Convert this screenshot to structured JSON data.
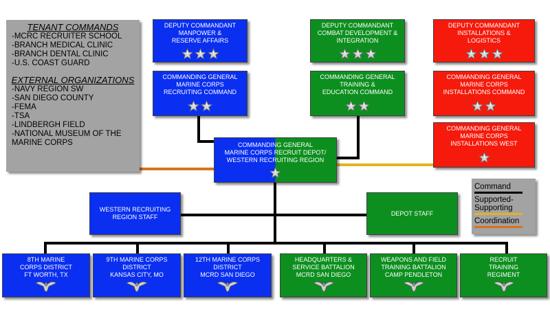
{
  "tenant_commands": {
    "title": "TENANT COMMANDS",
    "items": [
      "-MCRC RECRUITER SCHOOL",
      "-BRANCH MEDICAL CLINIC",
      "-BRANCH DENTAL CLINIC",
      "-U.S. COAST GUARD"
    ],
    "external_title": "EXTERNAL ORGANIZATIONS",
    "external_items": [
      "-NAVY REGION SW",
      "-SAN DIEGO COUNTY",
      "-FEMA",
      "-TSA",
      "-LINDBERGH FIELD",
      "-NATIONAL MUSEUM OF THE\nMARINE CORPS"
    ]
  },
  "boxes": {
    "dc_manpower": "DEPUTY COMMANDANT\nMANPOWER &\nRESERVE AFFAIRS",
    "dc_combat": "DEPUTY COMMANDANT\nCOMBAT DEVELOPMENT &\nINTEGRATION",
    "dc_installations": "DEPUTY COMMANDANT\nINSTALLATIONS &\nLOGISTICS",
    "cg_recruiting": "COMMANDING GENERAL\nMARINE CORPS\nRECRUITING COMMAND",
    "cg_training": "COMMANDING GENERAL\nTRAINING &\nEDUCATION COMMAND",
    "cg_installations": "COMMANDING GENERAL\nMARINE CORPS\nINSTALLATIONS COMMAND",
    "cg_inst_west": "COMMANDING GENERAL\nMARINE CORPS\nINSTALLATIONS WEST",
    "cg_depot": "COMMANDING GENERAL\nMARINE CORPS RECRUIT DEPOT/\nWESTERN RECRUITING REGION",
    "wrr_staff": "WESTERN RECRUITING\nREGION STAFF",
    "depot_staff": "DEPOT STAFF",
    "district_8": "8TH MARINE\nCORPS DISTRICT\nFT WORTH, TX",
    "district_9": "9TH MARINE CORPS\nDISTRICT\nKANSAS CITY, MO",
    "district_12": "12TH MARINE CORPS\nDISTRICT\nMCRD SAN DIEGO",
    "hq_service": "HEADQUARTERS &\nSERVICE BATTALION\nMCRD SAN DIEGO",
    "weapons_field": "WEAPONS AND FIELD\nTRAINING BATTALION\nCAMP PENDLETON",
    "recruit_training": "RECRUIT\nTRAINING\nREGIMENT"
  },
  "stars": {
    "dc_manpower": 3,
    "dc_combat": 3,
    "dc_installations": 3,
    "cg_recruiting": 2,
    "cg_training": 2,
    "cg_installations": 2,
    "cg_inst_west": 1,
    "cg_depot": 1
  },
  "legend": {
    "command": "Command",
    "supported": "Supported-\nSupporting",
    "coordination": "Coordination",
    "colors": {
      "command": "#000000",
      "supported": "#e3b322",
      "coordination": "#d9731c"
    }
  },
  "colors": {
    "blue": "#0a2ff0",
    "green": "#0d8f1f",
    "red": "#f51a0c",
    "gray": "#a3a3a3"
  }
}
